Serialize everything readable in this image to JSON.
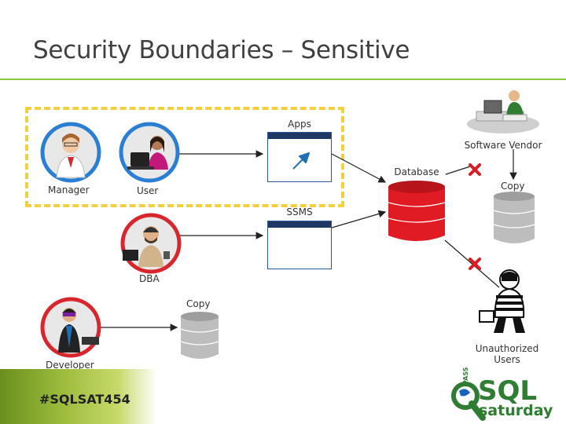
{
  "slide": {
    "title": "Security Boundaries – Sensitive",
    "hashtag": "#SQLSAT454"
  },
  "nodes": {
    "manager": "Manager",
    "user": "User",
    "apps": "Apps",
    "ssms": "SSMS",
    "database": "Database",
    "software_vendor": "Software Vendor",
    "copy_vendor": "Copy",
    "dba": "DBA",
    "copy_dev": "Copy",
    "developer": "Developer",
    "unauthorized_line1": "Unauthorized",
    "unauthorized_line2": "Users"
  },
  "logo": {
    "pass": "PASS",
    "sql": "SQL",
    "saturday": "saturday"
  },
  "colors": {
    "accent_green": "#8dc63f",
    "boundary_yellow": "#f4d03f",
    "database_red": "#e01b24",
    "blocked_red": "#e01b24",
    "person_ring_blue": "#2a7fd4",
    "person_ring_red": "#d9262c"
  }
}
